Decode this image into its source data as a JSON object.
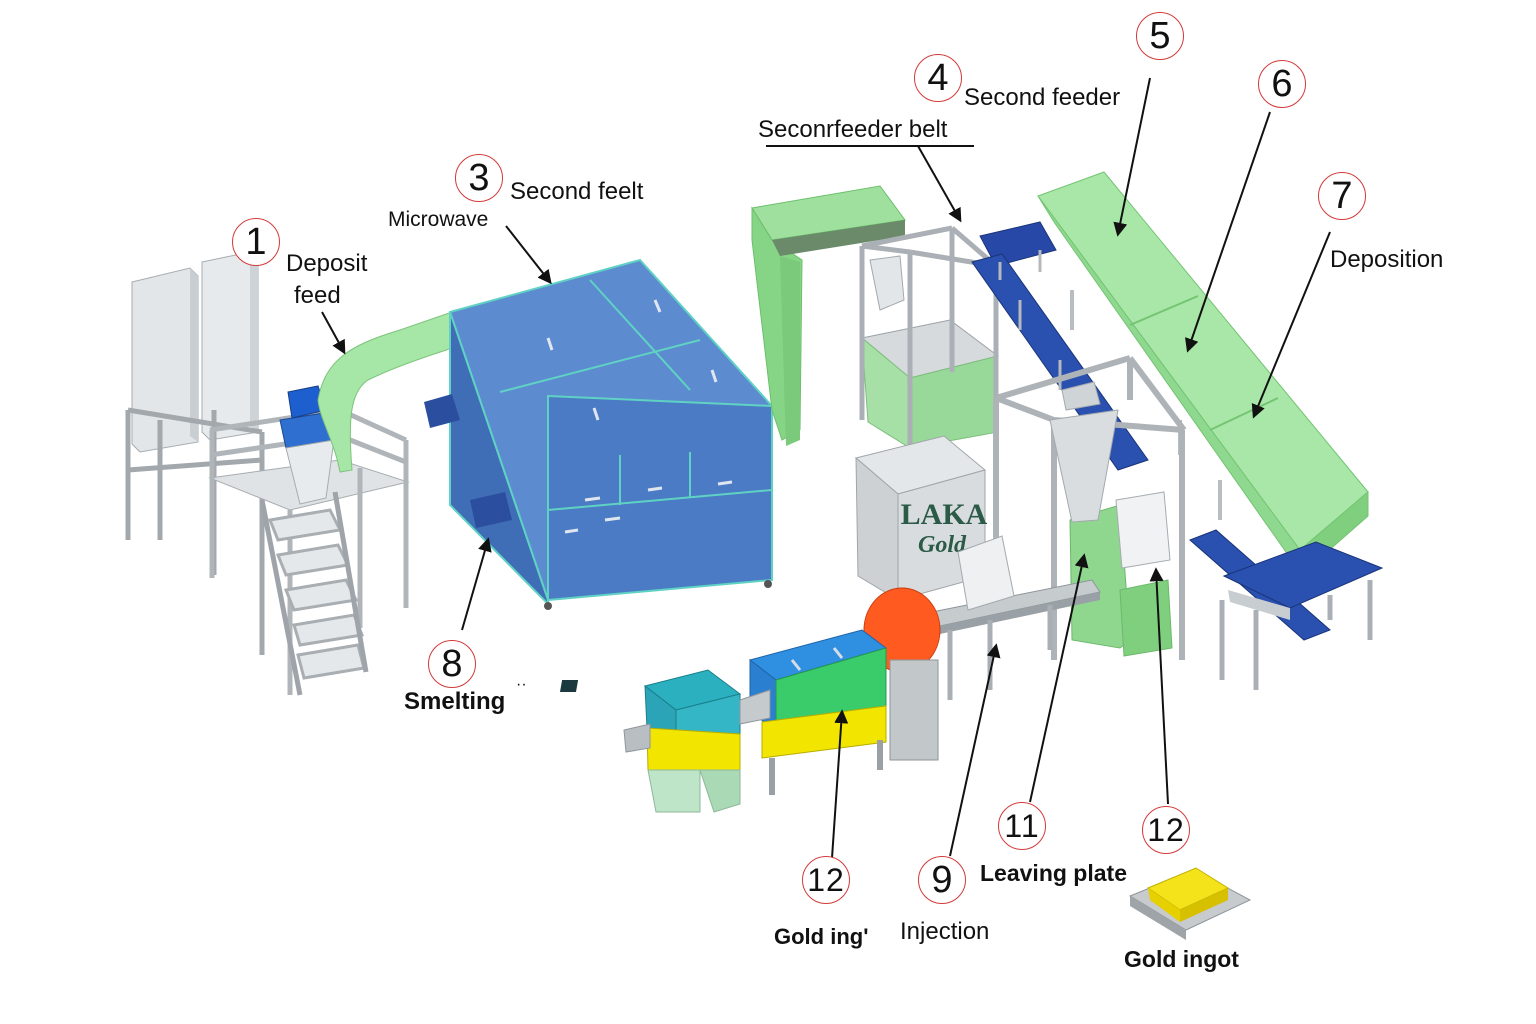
{
  "labels": {
    "deposit_feed_1": "Deposit",
    "deposit_feed_2": "feed",
    "microwave": "Microwave",
    "second_feelt": "Second feelt",
    "second_feeder": "Second feeder",
    "second_feeder_belt": "Seconrfeeder belt",
    "deposition": "Deposition",
    "smelting": "Smelting",
    "smelting_mark": "··",
    "gold_ingot_left": "Gold ing'",
    "injection": "Injection",
    "leaving_plate": "Leaving plate",
    "gold_ingot_right": "Gold ingot"
  },
  "numbers": {
    "n1": "1",
    "n3": "3",
    "n4": "4",
    "n5": "5",
    "n6": "6",
    "n7": "7",
    "n8": "8",
    "n9": "9",
    "n11": "11",
    "n12_right": "12",
    "n12_left": "12"
  },
  "machine_sign": {
    "line1": "LAKA",
    "line2": "Gold"
  },
  "colors": {
    "microwave_blue": "#4f7fc4",
    "conveyor_green": "#8ed98e",
    "belt_blue": "#2a4ea8",
    "frame_grey": "#b9bcc0",
    "furnace_orange": "#ff5a1f",
    "mold_yellow": "#f2e600",
    "teal": "#2fb2c0",
    "ingot_yellow": "#f4e21a"
  }
}
